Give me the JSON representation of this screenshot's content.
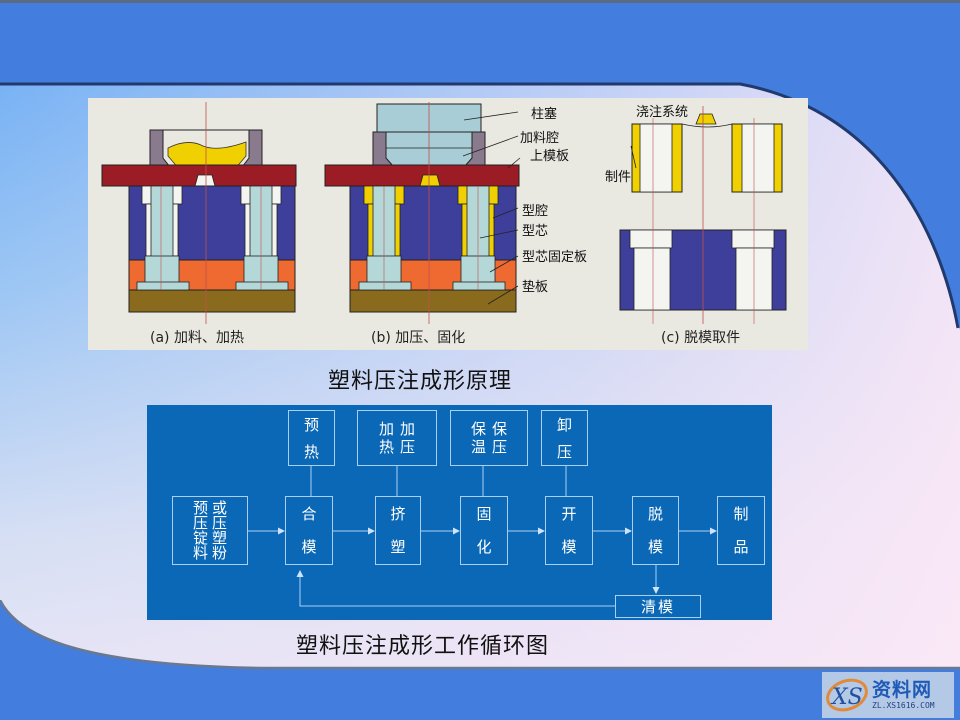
{
  "slide": {
    "background": {
      "top_band": "#437ddd",
      "gradient_top": "#6aaaf5",
      "gradient_bottom": "#ece6f6"
    }
  },
  "figure1": {
    "caption": "塑料压注成形原理",
    "panels": [
      {
        "id": "a",
        "label": "(a) 加料、加热"
      },
      {
        "id": "b",
        "label": "(b) 加压、固化"
      },
      {
        "id": "c",
        "label": "(c) 脱模取件"
      }
    ],
    "callouts": {
      "plunger": "柱塞",
      "loading_chamber": "加料腔",
      "upper_plate": "上模板",
      "cavity": "型腔",
      "core": "型芯",
      "core_fixing_plate": "型芯固定板",
      "backing_plate": "垫板",
      "gating_system": "浇注系统",
      "part": "制件"
    },
    "colors": {
      "upper_plate": "#9b1c24",
      "loading_chamber": "#8a7a8e",
      "plunger": "#a9cdd6",
      "material": "#f0d000",
      "cavity": "#3d3f9a",
      "core": "#b4d8d8",
      "core_fixing_plate": "#ef6a30",
      "backing_plate": "#8a6a1c",
      "background": "#e9e8e1"
    }
  },
  "figure2": {
    "caption": "塑料压注成形工作循环图",
    "background": "#0b68b6",
    "top_boxes": [
      {
        "id": "preheat",
        "lines": [
          "预",
          "热"
        ]
      },
      {
        "id": "heat-press",
        "cols": [
          [
            "加",
            "热"
          ],
          [
            "加",
            "压"
          ]
        ]
      },
      {
        "id": "hold-temp-press",
        "cols": [
          [
            "保",
            "温"
          ],
          [
            "保",
            "压"
          ]
        ]
      },
      {
        "id": "release-pressure",
        "lines": [
          "卸",
          "压"
        ]
      }
    ],
    "main_boxes": [
      {
        "id": "material",
        "cols": [
          [
            "预",
            "压",
            "锭",
            "料"
          ],
          [
            "或",
            "压",
            "塑",
            "粉"
          ]
        ]
      },
      {
        "id": "close-mold",
        "lines": [
          "合",
          "模"
        ]
      },
      {
        "id": "extrude",
        "lines": [
          "挤",
          "塑"
        ]
      },
      {
        "id": "cure",
        "lines": [
          "固",
          "化"
        ]
      },
      {
        "id": "open-mold",
        "lines": [
          "开",
          "模"
        ]
      },
      {
        "id": "demold",
        "lines": [
          "脱",
          "模"
        ]
      },
      {
        "id": "product",
        "lines": [
          "制",
          "品"
        ]
      }
    ],
    "clean_box": {
      "label": "清模"
    }
  },
  "watermark": {
    "mark": "XS",
    "title": "资料网",
    "url": "ZL.XS1616.COM"
  }
}
